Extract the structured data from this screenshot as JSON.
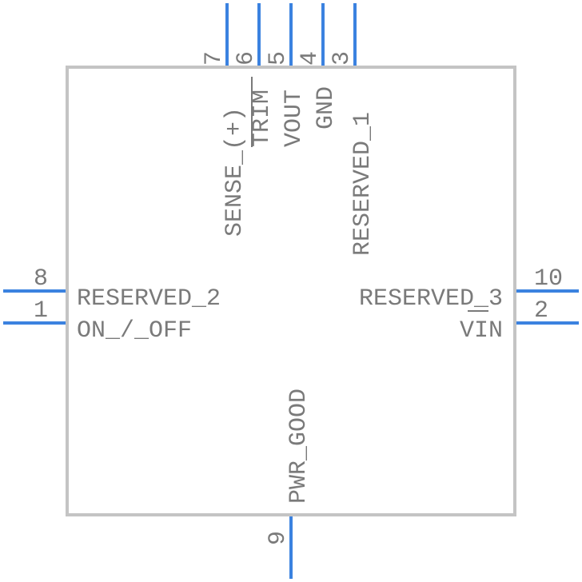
{
  "colors": {
    "pin": "#3b82e0",
    "body_outline": "#c4c4c4",
    "text": "#7a7a7a",
    "background": "#ffffff"
  },
  "pins": [
    {
      "number": "1",
      "name": "ON_/_OFF"
    },
    {
      "number": "2",
      "name": "VIN"
    },
    {
      "number": "3",
      "name": "RESERVED_1"
    },
    {
      "number": "4",
      "name": "GND"
    },
    {
      "number": "5",
      "name": "VOUT"
    },
    {
      "number": "6",
      "name": "TRIM"
    },
    {
      "number": "7",
      "name": "SENSE_(+)"
    },
    {
      "number": "8",
      "name": "RESERVED_2"
    },
    {
      "number": "9",
      "name": "PWR_GOOD"
    },
    {
      "number": "10",
      "name": "RESERVED_3"
    }
  ]
}
